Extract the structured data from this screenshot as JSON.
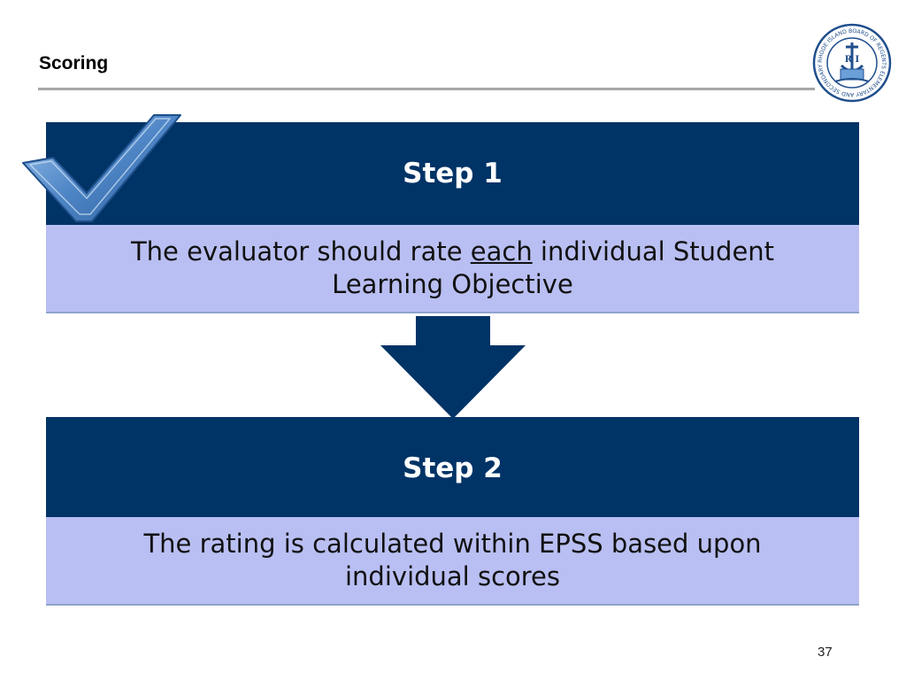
{
  "slide": {
    "title": "Scoring",
    "page_number": "37"
  },
  "logo": {
    "ring_text": "RHODE ISLAND BOARD OF REGENTS ELEMENTARY AND SECONDARY EDUCATION",
    "letters": "R I",
    "colors": {
      "ring": "#1f4e8c",
      "accent": "#6a9fd8"
    }
  },
  "steps": [
    {
      "label": "Step 1",
      "text_before": "The evaluator should rate ",
      "text_emphasis": "each",
      "text_after": " individual Student Learning Objective"
    },
    {
      "label": "Step 2",
      "text": "The rating is calculated within EPSS based upon individual scores"
    }
  ],
  "colors": {
    "header_fill": "#003366",
    "body_fill": "#b9bff2",
    "arrow_fill": "#003366",
    "checkmark_fill": "#4f86c6"
  },
  "icons": [
    "checkmark-icon",
    "down-arrow-icon",
    "seal-logo"
  ]
}
